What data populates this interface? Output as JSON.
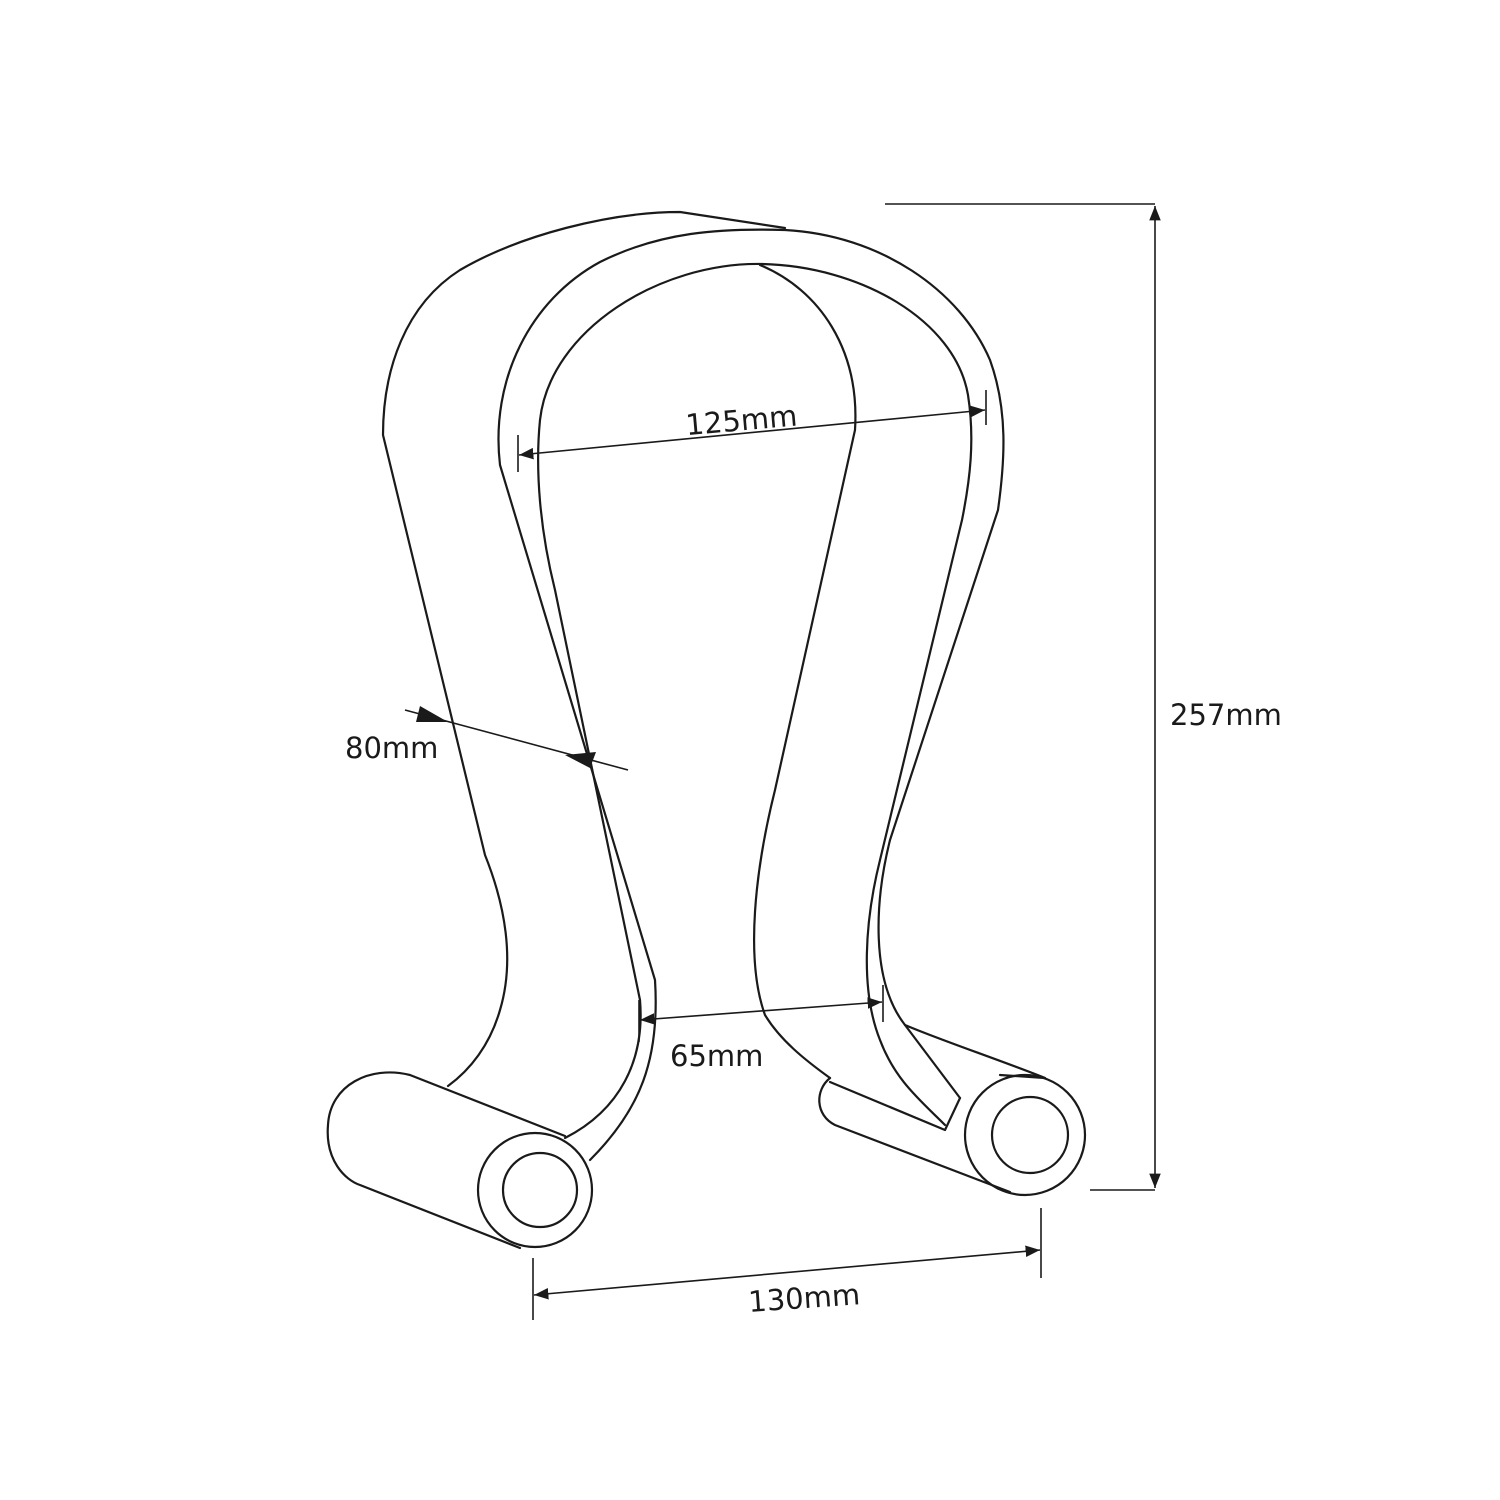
{
  "title": "Headphone stand dimensions",
  "dimensions": {
    "height": "257mm",
    "top_inner_width": "125mm",
    "depth": "80mm",
    "bottom_inner_width": "65mm",
    "base_width": "130mm"
  },
  "colors": {
    "line": "#1a1a1a",
    "background": "#ffffff"
  }
}
